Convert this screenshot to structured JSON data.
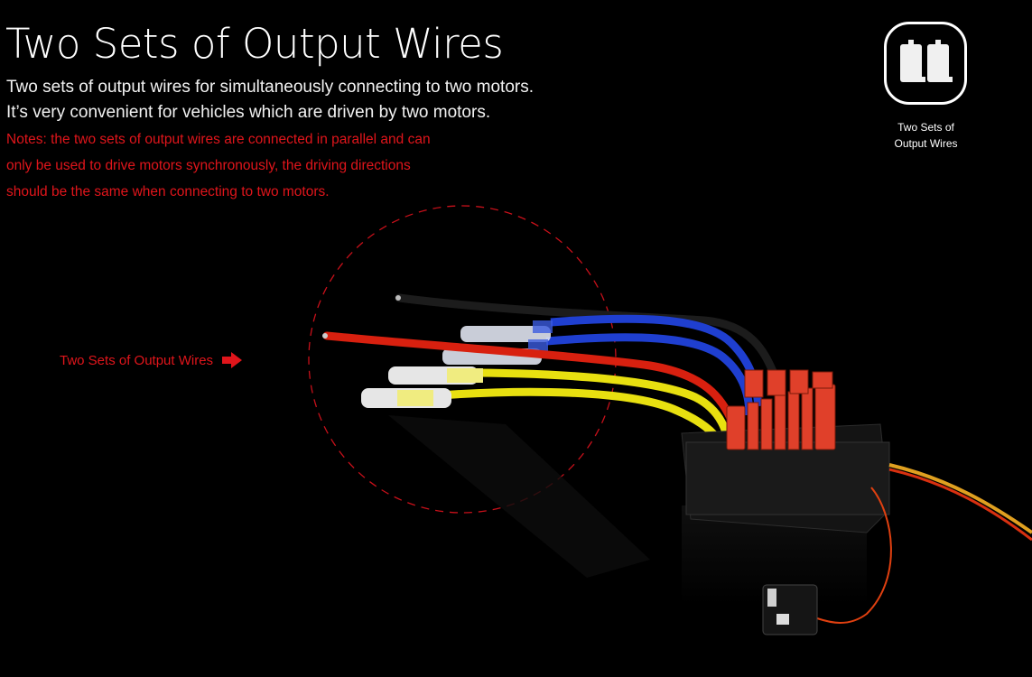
{
  "header": {
    "title": "Two Sets of Output Wires",
    "description_lines": [
      "Two sets of output wires for simultaneously connecting to two motors.",
      "It’s very convenient for vehicles which are driven by two motors."
    ],
    "notes_lines": [
      "Notes: the two sets of output wires are connected in parallel and can",
      "only be used to drive motors synchronously, the driving directions",
      "should be the same when connecting to two motors."
    ]
  },
  "badge": {
    "icon": "dual-motor-icon",
    "label_lines": [
      "Two Sets of",
      "Output Wires"
    ]
  },
  "callout": {
    "label": "Two Sets of Output Wires",
    "icon": "arrow-right-icon"
  },
  "product": {
    "name": "esc-with-dual-output-wires",
    "wire_colors": {
      "black": "#1a1a1a",
      "red": "#d8200f",
      "blue": "#1f3fd0",
      "yellow": "#e8e010",
      "heatsink": "#e0402a",
      "highlight_circle": "#c8101a"
    }
  },
  "colors": {
    "background": "#000000",
    "text": "#ffffff",
    "accent": "#e0151b"
  }
}
